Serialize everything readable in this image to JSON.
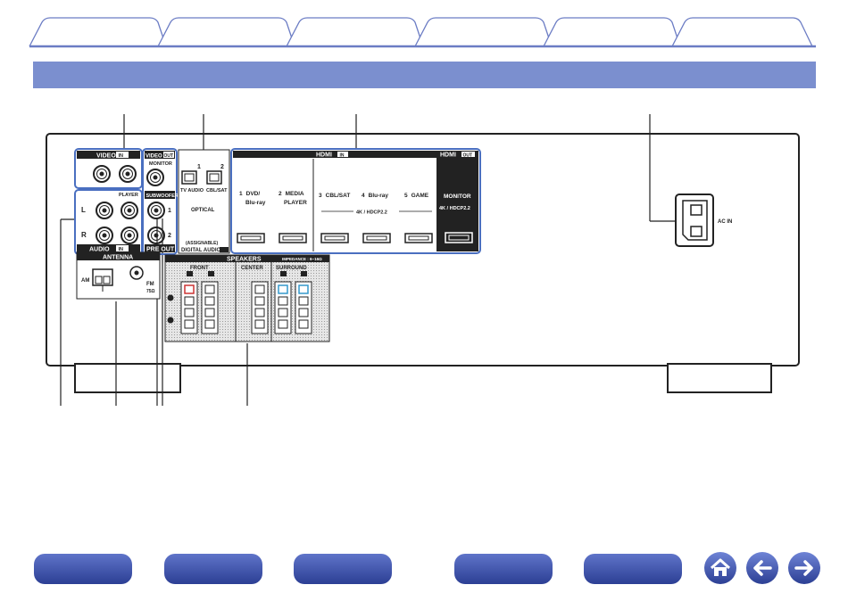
{
  "panel": {
    "video_label": "VIDEO",
    "in_badge": "IN",
    "out_badge": "OUT",
    "video_out_label": "VIDEO",
    "monitor_label": "MONITOR",
    "player_label": "PLAYER",
    "subwoofer_label": "SUBWOOFER",
    "pre_out_label": "PRE OUT",
    "pre_out_1": "1",
    "pre_out_2": "2",
    "audio_label": "AUDIO",
    "right_mark": "R",
    "left_mark": "L",
    "optical_num_1": "1",
    "optical_num_2": "2",
    "tv_audio_label": "TV AUDIO",
    "cbl_sat_label": "CBL/SAT",
    "optical_label": "OPTICAL",
    "assignable_label": "(ASSIGNABLE)",
    "digital_audio_label": "DIGITAL AUDIO",
    "hdmi_in_label": "HDMI",
    "hdmi_inputs": [
      {
        "num": "1",
        "line1": "DVD/",
        "line2": "Blu-ray"
      },
      {
        "num": "2",
        "line1": "MEDIA",
        "line2": "PLAYER"
      },
      {
        "num": "3",
        "line1": "CBL/SAT",
        "line2": ""
      },
      {
        "num": "4",
        "line1": "Blu-ray",
        "line2": ""
      },
      {
        "num": "5",
        "line1": "GAME",
        "line2": ""
      }
    ],
    "hdcp_label": "4K / HDCP2.2",
    "hdmi_out_label": "HDMI",
    "hdmi_monitor_label": "MONITOR",
    "hdmi_out_hdcp": "4K / HDCP2.2",
    "ac_in_label": "AC IN",
    "antenna_label": "ANTENNA",
    "am_label": "AM",
    "fm_label": "FM",
    "fm_ohm": "75Ω",
    "speakers_label": "SPEAKERS",
    "impedance_label": "IMPEDANCE : 6~16Ω",
    "front_label": "FRONT",
    "center_label": "CENTER",
    "surround_label": "SURROUND"
  },
  "colors": {
    "accent": "#4a6fc0",
    "title_bar": "#7b8fcf",
    "tab_border": "#6b7cc4",
    "nav_button": "#2c3f94"
  }
}
